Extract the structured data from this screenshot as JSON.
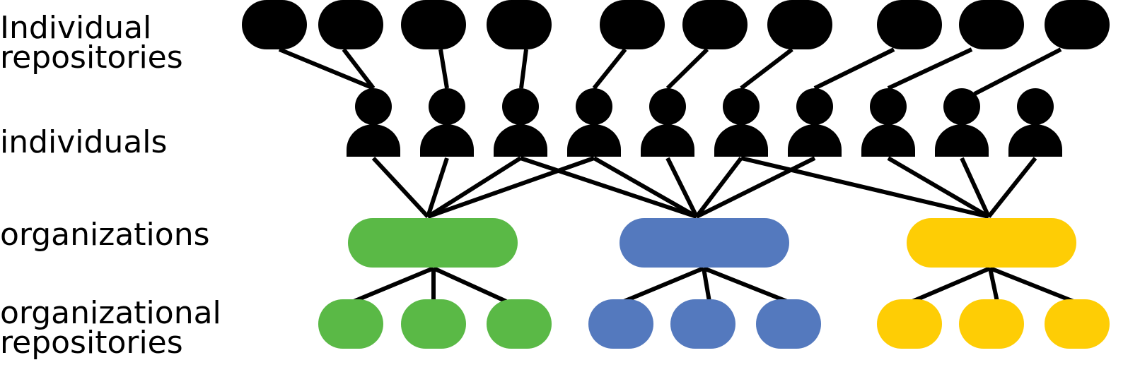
{
  "labels": {
    "individual_repos_line1": "Individual",
    "individual_repos_line2": "repositories",
    "individuals": "individuals",
    "organizations": "organizations",
    "org_repos_line1": "organizational",
    "org_repos_line2": "repositories"
  },
  "colors": {
    "ink": "#000000",
    "org_green": "#5ab946",
    "org_blue": "#5479be",
    "org_yellow": "#fecd05"
  },
  "counts": {
    "individual_repositories": 10,
    "individuals": 10,
    "organizations": 3,
    "organizational_repositories": 9
  },
  "edges": {
    "repo_to_individual": [
      [
        0,
        0
      ],
      [
        1,
        0
      ],
      [
        2,
        1
      ],
      [
        3,
        2
      ],
      [
        4,
        3
      ],
      [
        5,
        4
      ],
      [
        6,
        5
      ],
      [
        7,
        6
      ],
      [
        8,
        7
      ],
      [
        9,
        8
      ]
    ],
    "individual_to_org": [
      [
        0,
        0
      ],
      [
        1,
        0
      ],
      [
        2,
        0
      ],
      [
        2,
        1
      ],
      [
        3,
        0
      ],
      [
        3,
        1
      ],
      [
        4,
        1
      ],
      [
        5,
        1
      ],
      [
        5,
        2
      ],
      [
        6,
        1
      ],
      [
        8,
        2
      ],
      [
        9,
        2
      ],
      [
        7,
        2
      ]
    ],
    "org_to_repo": [
      [
        0,
        0
      ],
      [
        0,
        1
      ],
      [
        0,
        2
      ],
      [
        1,
        3
      ],
      [
        1,
        4
      ],
      [
        1,
        5
      ],
      [
        2,
        6
      ],
      [
        2,
        7
      ],
      [
        2,
        8
      ]
    ]
  }
}
